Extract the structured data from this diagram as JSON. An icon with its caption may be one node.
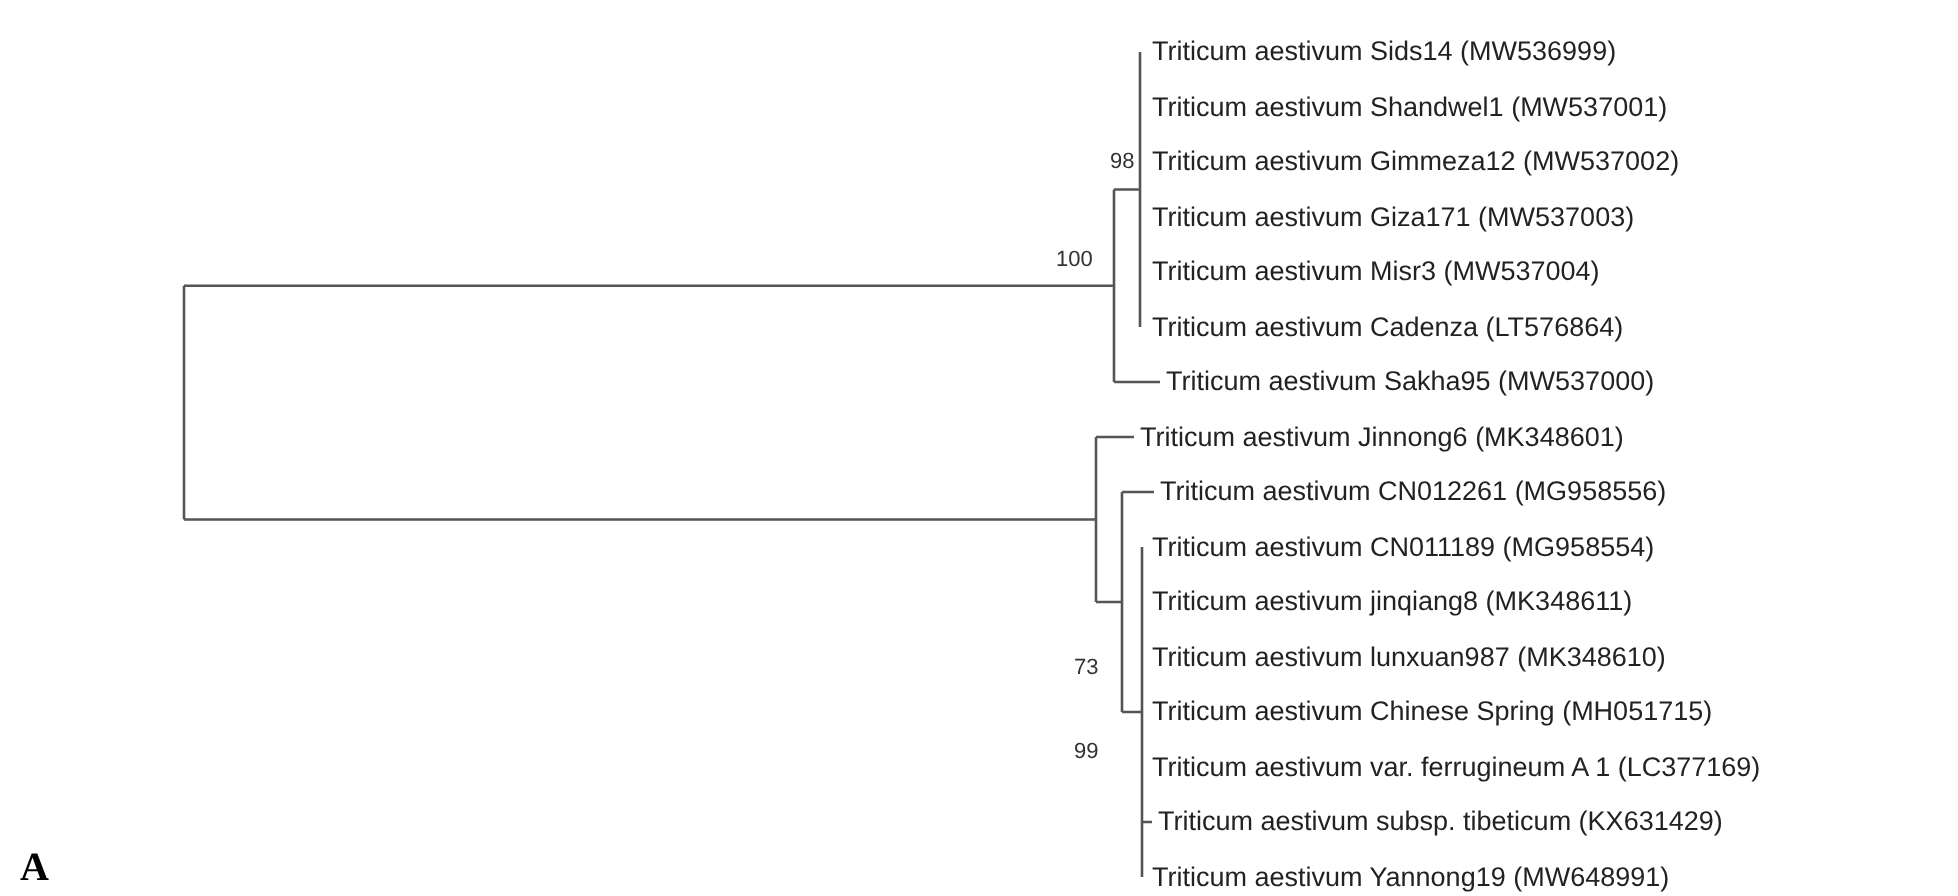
{
  "diagram": {
    "labels": [
      "Triticum aestivum Sids14 (MW536999)",
      "Triticum aestivum Shandwel1 (MW537001)",
      "98",
      "Triticum aestivum Gimmeza12 (MW537002)",
      "Triticum aestivum Giza171 (MW537003)",
      "100",
      "Triticum aestivum Misr3 (MW537004)",
      "Triticum aestivum Cadenza (LT576864)",
      "Triticum aestivum Sakha95 (MW537000)",
      "Triticum aestivum Jinnong6 (MK348601)",
      "Triticum aestivum CN012261 (MG958556)",
      "Triticum aestivum CN011189 (MG958554)",
      "Triticum aestivum jinqiang8 (MK348611)",
      "73",
      "Triticum aestivum lunxuan987 (MK348610)",
      "Triticum aestivum Chinese Spring (MH051715)",
      "99",
      "Triticum aestivum var. ferrugineum A 1 (LC377169)",
      "Triticum aestivum subsp. tibeticum (KX631429)",
      "Triticum aestivum Yannong19 (MW648991)",
      "A"
    ]
  }
}
